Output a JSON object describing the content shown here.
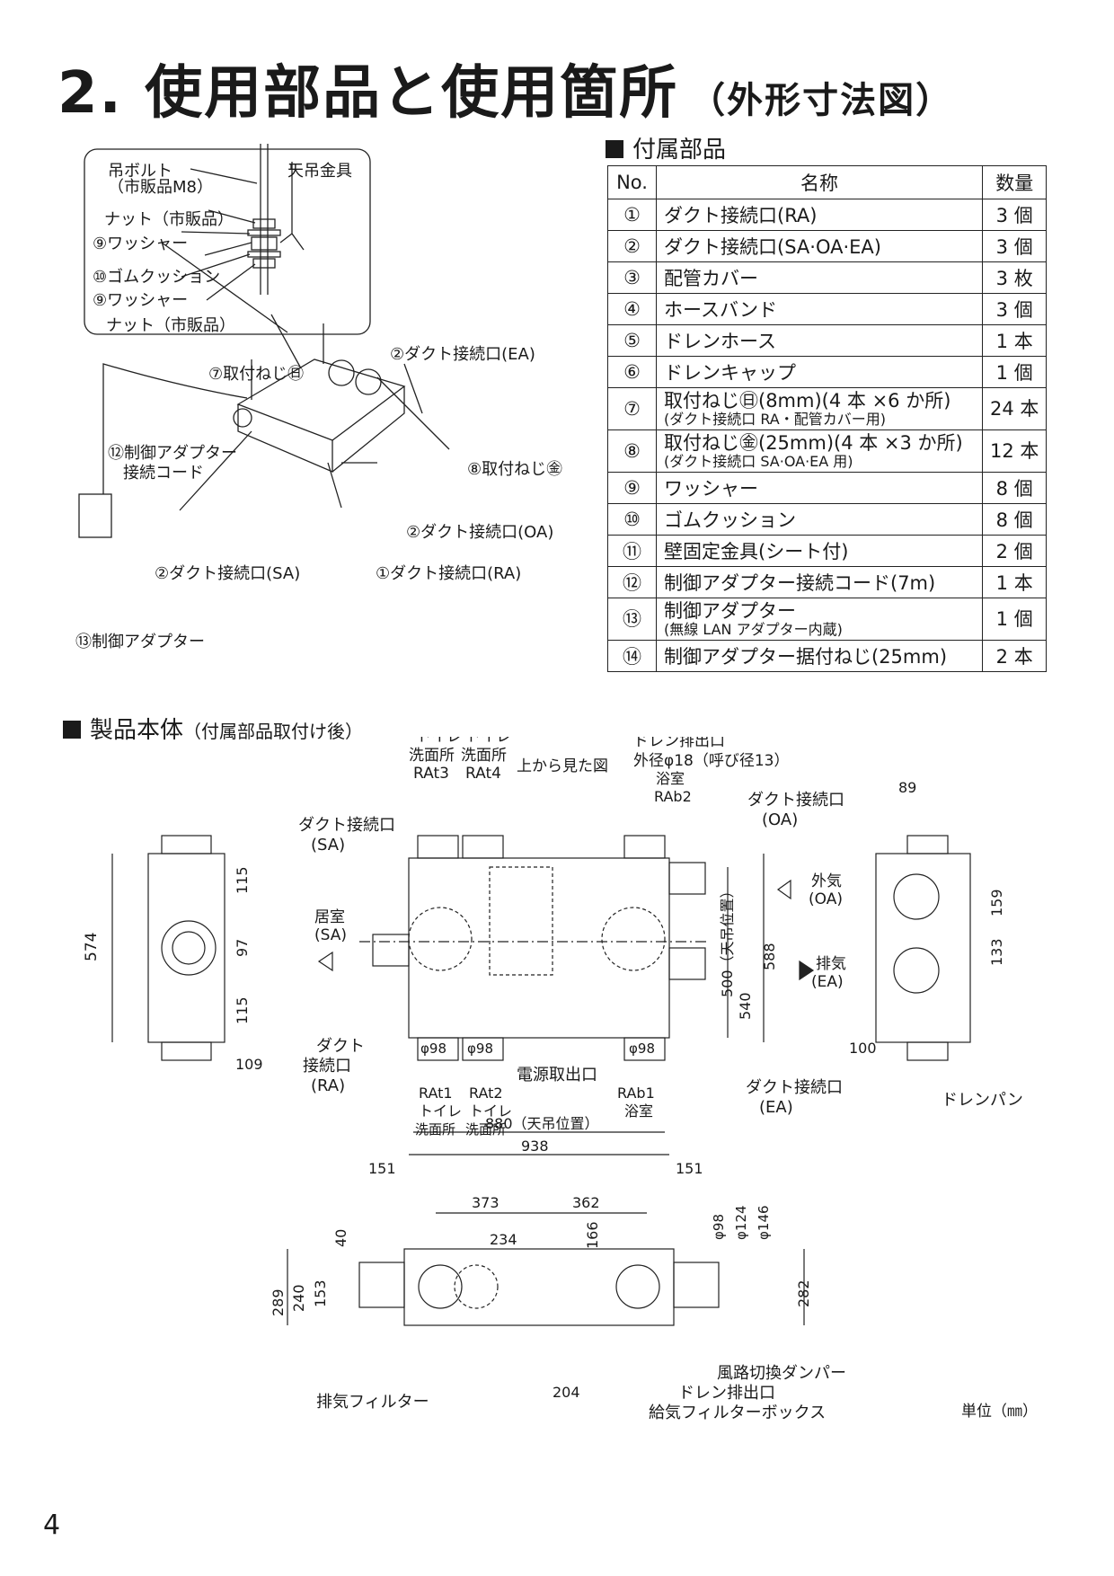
{
  "title": {
    "main": "2.  使用部品と使用箇所",
    "sub": "（外形寸法図）"
  },
  "accessories": {
    "heading": "付属部品",
    "columns": {
      "no": "No.",
      "name": "名称",
      "qty": "数量"
    },
    "rows": [
      {
        "no": "①",
        "name": "ダクト接続口(RA)",
        "qty": "3 個"
      },
      {
        "no": "②",
        "name": "ダクト接続口(SA·OA·EA)",
        "qty": "3 個"
      },
      {
        "no": "③",
        "name": "配管カバー",
        "qty": "3 枚"
      },
      {
        "no": "④",
        "name": "ホースバンド",
        "qty": "3 個"
      },
      {
        "no": "⑤",
        "name": "ドレンホース",
        "qty": "1 本"
      },
      {
        "no": "⑥",
        "name": "ドレンキャップ",
        "qty": "1 個"
      },
      {
        "no": "⑦",
        "name": "取付ねじ㊐(8mm)(4 本 ×6 か所)",
        "note": "(ダクト接続口 RA・配管カバー用)",
        "qty": "24 本"
      },
      {
        "no": "⑧",
        "name": "取付ねじ㊎(25mm)(4 本 ×3 か所)",
        "note": "(ダクト接続口 SA·OA·EA 用)",
        "qty": "12 本"
      },
      {
        "no": "⑨",
        "name": "ワッシャー",
        "qty": "8 個"
      },
      {
        "no": "⑩",
        "name": "ゴムクッション",
        "qty": "8 個"
      },
      {
        "no": "⑪",
        "name": "壁固定金具(シート付)",
        "qty": "2 個"
      },
      {
        "no": "⑫",
        "name": "制御アダプター接続コード(7m)",
        "qty": "1 本"
      },
      {
        "no": "⑬",
        "name": "制御アダプター",
        "note": "(無線 LAN アダプター内蔵)",
        "qty": "1 個"
      },
      {
        "no": "⑭",
        "name": "制御アダプター据付ねじ(25mm)",
        "qty": "2 本"
      }
    ]
  },
  "iso_diagram": {
    "labels": {
      "bolt": "吊ボルト",
      "bolt_note": "（市販品M8）",
      "hanger": "天吊金具",
      "nut1": "ナット（市販品）",
      "washer1": "⑨ワッシャー",
      "cushion": "⑩ゴムクッション",
      "washer2": "⑨ワッシャー",
      "nut2": "ナット（市販品）",
      "duct_ea": "②ダクト接続口(EA)",
      "screw_short": "⑦取付ねじ㊐",
      "cord1": "⑫制御アダプター",
      "cord2": "接続コード",
      "screw_long": "⑧取付ねじ㊎",
      "duct_oa": "②ダクト接続口(OA)",
      "duct_sa": "②ダクト接続口(SA)",
      "duct_ra": "①ダクト接続口(RA)",
      "adapter": "⑬制御アダプター"
    }
  },
  "product": {
    "heading": "製品本体",
    "heading_note": "（付属部品取付け後）",
    "labels": {
      "toilet": "トイレ",
      "washroom": "洗面所",
      "rat3": "RAt3",
      "rat4": "RAt4",
      "top_view": "上から見た図",
      "drain_outlet": "ドレン排出口",
      "drain_dia": "外径φ18（呼び径13）",
      "bath": "浴室",
      "rab2": "RAb2",
      "duct_port": "ダクト接続口",
      "sa": "(SA)",
      "oa": "(OA)",
      "room": "居室",
      "outside_air": "外気",
      "exhaust": "排気",
      "ea": "(EA)",
      "duct1": "ダクト",
      "duct2": "接続口",
      "ra": "(RA)",
      "power": "電源取出口",
      "rat1": "RAt1",
      "rat2": "RAt2",
      "rab1": "RAb1",
      "drain_pan": "ドレンパン",
      "exhaust_filter": "排気フィルター",
      "damper": "風路切換ダンパー",
      "drain_out2": "ドレン排出口",
      "supply_filter": "給気フィルターボックス",
      "unit": "単位（㎜）"
    },
    "dims": {
      "d574": "574",
      "d115a": "115",
      "d97": "97",
      "d115b": "115",
      "d109": "109",
      "phi98": "φ98",
      "d880": "880（天吊位置）",
      "d938": "938",
      "d151": "151",
      "d500": "500（天吊位置）",
      "d540": "540",
      "d588": "588",
      "d89": "89",
      "d159": "159",
      "d133": "133",
      "d100": "100",
      "d373": "373",
      "d362": "362",
      "d234": "234",
      "d166": "166",
      "d40": "40",
      "d289": "289",
      "d240": "240",
      "d153": "153",
      "d204": "204",
      "d282": "282",
      "phi124": "φ124",
      "phi146": "φ146"
    }
  },
  "page_number": "4"
}
